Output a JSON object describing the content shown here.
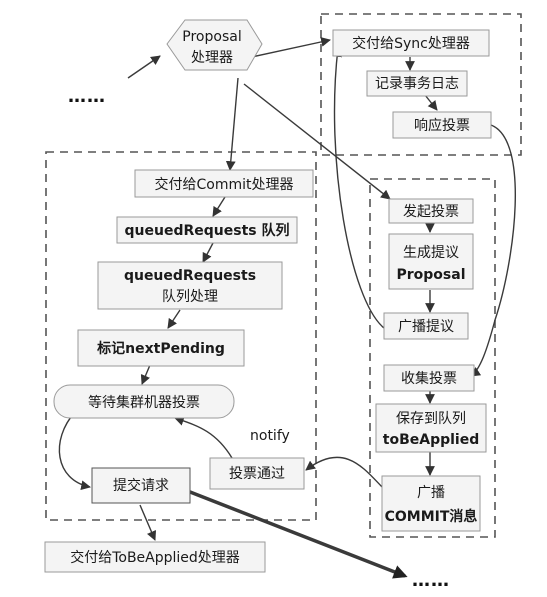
{
  "nodes": {
    "proposal": [
      "Proposal",
      "处理器"
    ],
    "to_sync": "交付给Sync处理器",
    "log": "记录事务日志",
    "ack": "响应投票",
    "to_commit": "交付给Commit处理器",
    "queued_q": "queuedRequests 队列",
    "queued_proc": [
      "queuedRequests",
      "队列处理"
    ],
    "mark_next": "标记nextPending",
    "wait_vote": "等待集群机器投票",
    "submit": "提交请求",
    "vote_pass": "投票通过",
    "to_applied": "交付给ToBeApplied处理器",
    "start_vote": "发起投票",
    "gen_proposal": [
      "生成提议",
      "Proposal"
    ],
    "broadcast_proposal": "广播提议",
    "collect_vote": "收集投票",
    "save_queue": [
      "保存到队列",
      "toBeApplied"
    ],
    "broadcast_commit": [
      "广播",
      "COMMIT消息"
    ]
  },
  "edge_labels": {
    "notify": "notify"
  },
  "ellipses": {
    "left": "……",
    "bottom": "……"
  }
}
